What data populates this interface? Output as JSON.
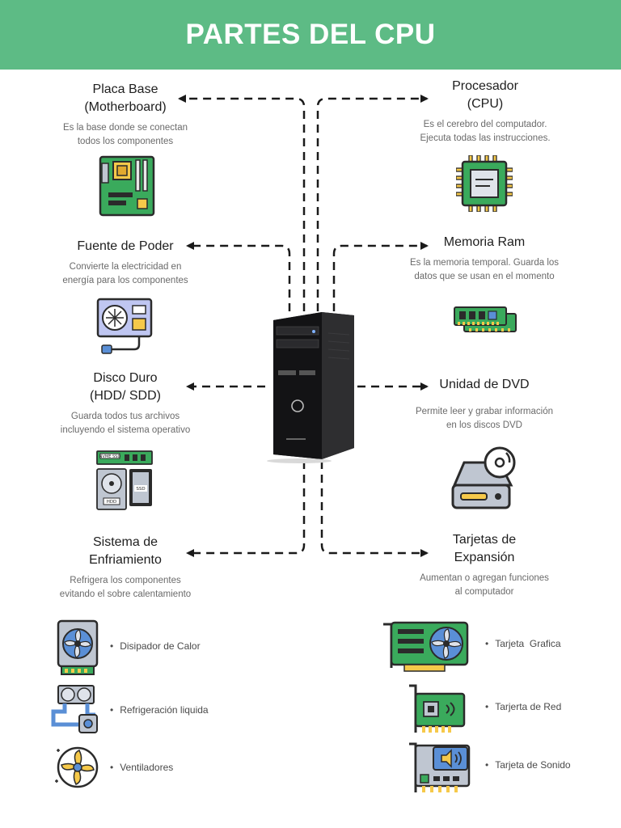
{
  "colors": {
    "header_bg": "#5dbb85",
    "header_text": "#ffffff",
    "line": "#1a1a1a",
    "desc_text": "#6a6a6a",
    "icon_green": "#3aaa5c",
    "icon_dark": "#2b2b2b",
    "icon_yellow": "#f6c94a",
    "icon_blue": "#5a8fd6",
    "icon_gray": "#a0a7b4"
  },
  "header": {
    "title": "PARTES DEL CPU"
  },
  "nodes": {
    "motherboard": {
      "title_line1": "Placa Base",
      "title_line2": "(Motherboard)",
      "desc_line1": "Es la base donde se conectan",
      "desc_line2": "todos los componentes",
      "icon": "motherboard-icon"
    },
    "processor": {
      "title_line1": "Procesador",
      "title_line2": "(CPU)",
      "desc_line1": "Es el cerebro del computador.",
      "desc_line2": "Ejecuta todas las instrucciones.",
      "icon": "cpu-chip-icon"
    },
    "power_supply": {
      "title_line1": "Fuente de Poder",
      "desc_line1": "Convierte la electricidad en",
      "desc_line2": "energía para los componentes",
      "icon": "power-supply-icon"
    },
    "ram": {
      "title_line1": "Memoria Ram",
      "desc_line1": "Es la memoria temporal. Guarda los",
      "desc_line2": "datos que se usan en el momento",
      "icon": "ram-module-icon"
    },
    "hard_drive": {
      "title_line1": "Disco Duro",
      "title_line2": "(HDD/ SDD)",
      "desc_line1": "Guarda todos tus archivos",
      "desc_line2": "incluyendo el sistema operativo",
      "icon": "storage-drives-icon"
    },
    "dvd": {
      "title_line1": "Unidad de DVD",
      "desc_line1": "Permite leer y grabar información",
      "desc_line2": "en los discos DVD",
      "icon": "dvd-drive-icon"
    },
    "cooling": {
      "title_line1": "Sistema de",
      "title_line2": "Enfriamiento",
      "desc_line1": "Refrigera los componentes",
      "desc_line2": "evitando el sobre calentamiento"
    },
    "expansion": {
      "title_line1": "Tarjetas de",
      "title_line2": "Expansión",
      "desc_line1": "Aumentan o agregan funciones",
      "desc_line2": "al computador"
    }
  },
  "cooling_items": [
    {
      "label": "Disipador de Calor",
      "icon": "heatsink-fan-icon"
    },
    {
      "label": "Refrigeración liquida",
      "icon": "liquid-cooling-icon"
    },
    {
      "label": "Ventiladores",
      "icon": "fan-icon"
    }
  ],
  "expansion_items": [
    {
      "label": "Tarjeta  Grafica",
      "icon": "graphics-card-icon"
    },
    {
      "label": "Tarjerta de Red",
      "icon": "network-card-icon"
    },
    {
      "label": "Tarjeta de Sonido",
      "icon": "sound-card-icon"
    }
  ],
  "center": {
    "icon": "computer-tower-icon"
  }
}
